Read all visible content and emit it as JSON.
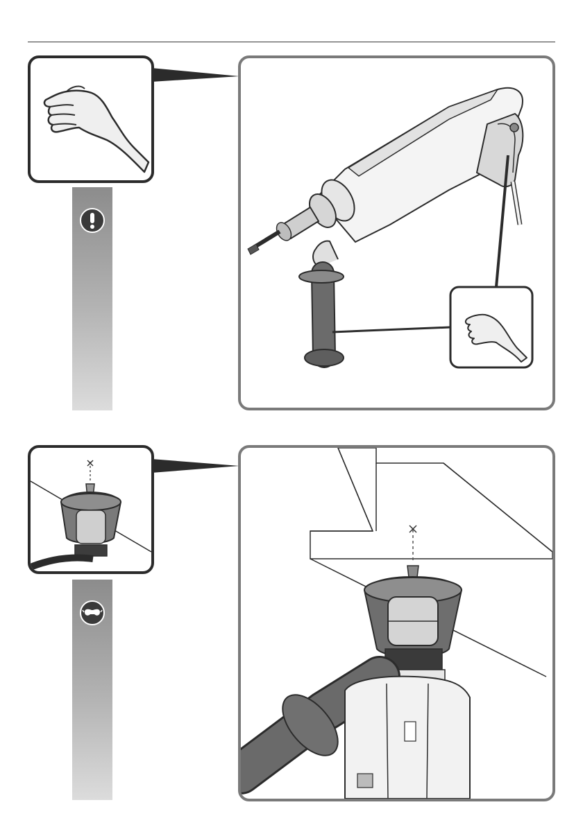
{
  "page": {
    "background": "#ffffff",
    "line_color": "#2b2b2b",
    "frame_color": "#7a7a7a"
  },
  "sections": [
    {
      "inset": {
        "icon": "hand-icon"
      },
      "bar": {
        "icon": "exclamation-warning-icon"
      },
      "main": {
        "illustration": "rotary-hammer-two-hand-grip"
      }
    },
    {
      "inset": {
        "icon": "dust-cup-closeup"
      },
      "bar": {
        "icon": "eye-protection-icon"
      },
      "main": {
        "illustration": "overhead-drilling-with-dust-cup"
      }
    }
  ]
}
